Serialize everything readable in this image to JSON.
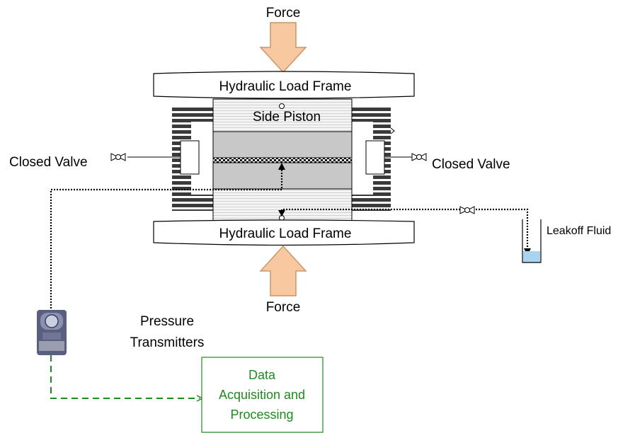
{
  "labels": {
    "force_top": "Force",
    "force_bottom": "Force",
    "load_frame_top": "Hydraulic Load Frame",
    "load_frame_bottom": "Hydraulic Load Frame",
    "side_piston": "Side Piston",
    "closed_valve_left": "Closed Valve",
    "closed_valve_right": "Closed Valve",
    "leakoff_fluid": "Leakoff Fluid",
    "pressure_transmitters_1": "Pressure",
    "pressure_transmitters_2": "Transmitters",
    "daq_1": "Data",
    "daq_2": "Acquisition and",
    "daq_3": "Processing"
  },
  "colors": {
    "arrow_fill": "#f8c8a0",
    "arrow_stroke": "#c8966a",
    "rock_fill": "#c8c8c8",
    "stripe_dark": "#3a3a3a",
    "fluid_fill": "#a8d4f0",
    "daq_green": "#1f8a1f"
  }
}
